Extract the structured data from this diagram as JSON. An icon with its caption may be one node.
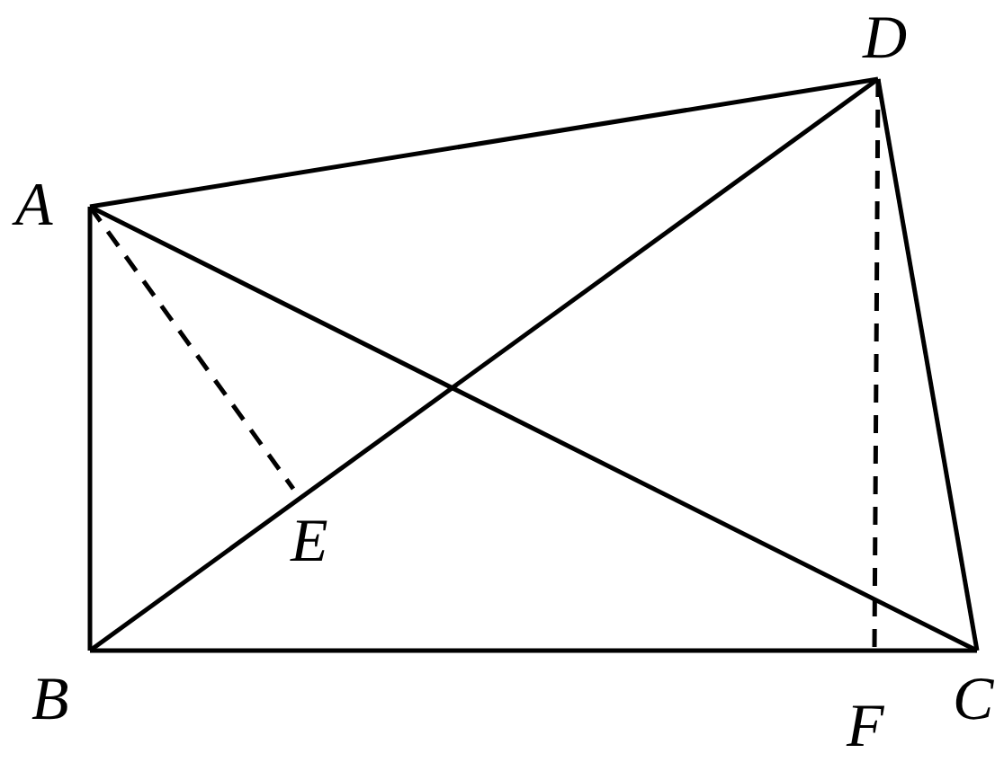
{
  "diagram": {
    "nodes": [
      {
        "text": [
          "D"
        ]
      },
      {
        "text": [
          "A"
        ]
      },
      {
        "text": [
          "E"
        ]
      },
      {
        "text": [
          "B"
        ]
      },
      {
        "text": [
          "F"
        ]
      },
      {
        "text": [
          "C"
        ]
      }
    ],
    "edges": [
      {
        "from": 1,
        "to": 3,
        "arrow": "none"
      },
      {
        "from": 1,
        "to": 0,
        "arrow": "none"
      },
      {
        "from": 0,
        "to": 5,
        "arrow": "none"
      },
      {
        "from": 3,
        "to": 5,
        "arrow": "none"
      },
      {
        "from": 1,
        "to": 5,
        "arrow": "none"
      },
      {
        "from": 3,
        "to": 0,
        "arrow": "none"
      },
      {
        "from": 1,
        "to": 2,
        "arrow": "none",
        "style": "dashed"
      },
      {
        "from": 0,
        "to": 4,
        "arrow": "none",
        "style": "dashed"
      }
    ]
  }
}
